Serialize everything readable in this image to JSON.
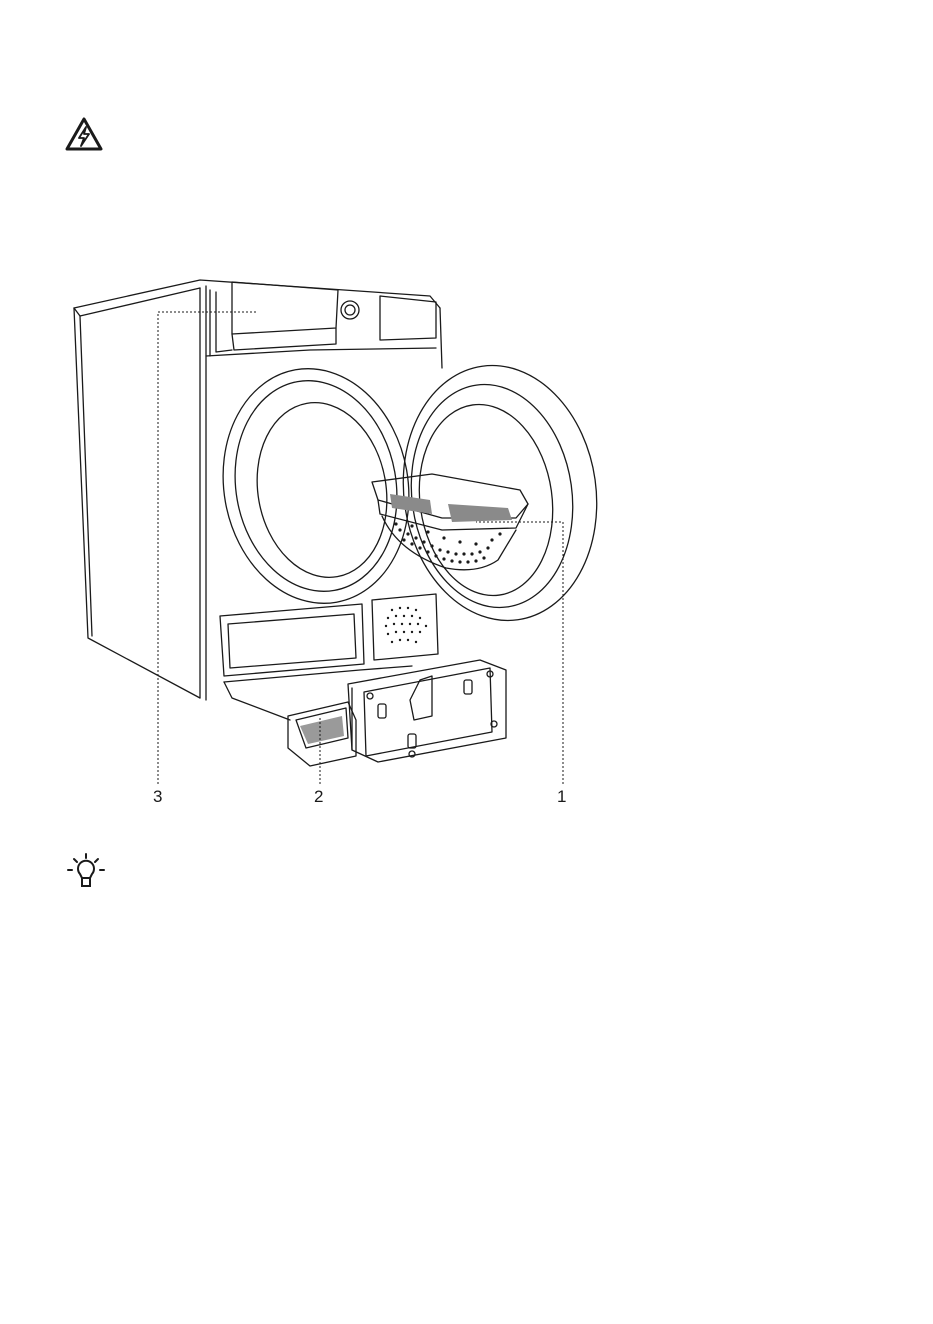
{
  "warning": {
    "icon": "electrical-hazard-icon"
  },
  "figure": {
    "icon": "tumble-dryer-illustration",
    "callouts": {
      "one": "1",
      "two": "2",
      "three": "3"
    }
  },
  "tip": {
    "icon": "lightbulb-icon"
  }
}
